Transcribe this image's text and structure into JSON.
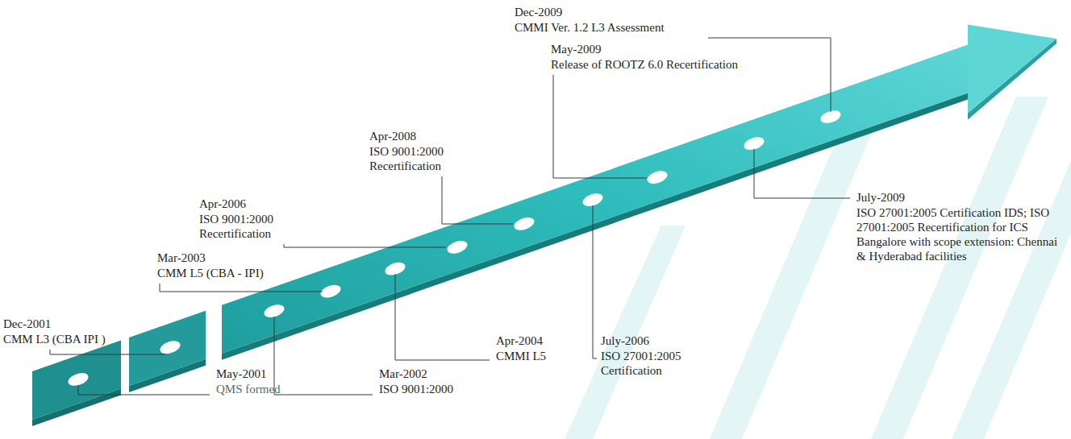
{
  "diagram": {
    "labels": [
      "Dec-2009",
      "CMMI Ver. 1.2 L3 Assessment",
      "May-2009",
      "Release of ROOTZ 6.0 Recertification",
      "Apr-2008",
      "ISO 9001:2000 Recertification",
      "Apr-2006",
      "ISO 9001:2000 Recertification",
      "July-2009",
      "ISO 27001:2005 Certification IDS; ISO 27001:2005 Recertification for ICS Bangalore with scope extension: Chennai & Hyderabad facilities",
      "July-2006",
      "ISO 27001:2005 Certification",
      "Mar-2003",
      "CMM L5 (CBA - IPI)",
      "Apr-2004",
      "CMMI L5",
      "Dec-2001",
      "CMM L3 (CBA IPI )",
      "Mar-2002",
      "ISO 9001:2000",
      "May-2001",
      "QMS formed"
    ]
  }
}
